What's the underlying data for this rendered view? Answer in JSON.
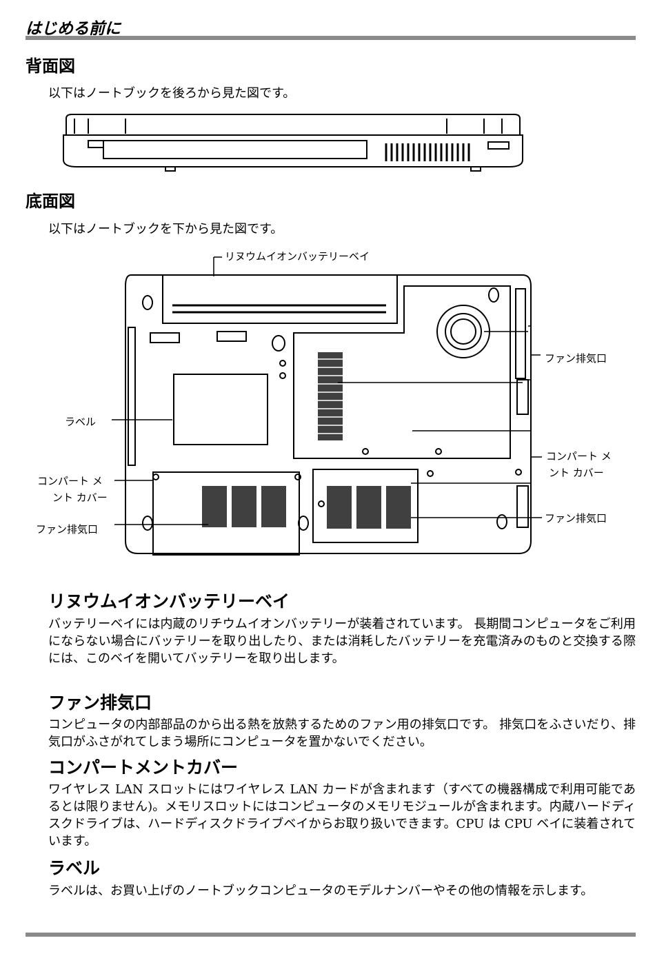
{
  "header": {
    "title": "はじめる前に"
  },
  "rear": {
    "heading": "背面図",
    "intro": "以下はノートブックを後ろから見た図です。"
  },
  "bottom": {
    "heading": "底面図",
    "intro": "以下はノートブックを下から見た図です。",
    "callouts": {
      "battery_bay": "リヌウムイオンバッテリーベイ",
      "fan_vent_upper": "ファン排気口",
      "label": "ラベル",
      "cover_right_1": "コンパート メ",
      "cover_right_2": "ント カバー",
      "cover_left_1": "コンパート メ",
      "cover_left_2": "ント カバー",
      "fan_vent_left": "ファン排気口",
      "fan_vent_lower": "ファン排気口"
    }
  },
  "sections": [
    {
      "title": "リヌウムイオンバッテリーベイ",
      "body": "バッテリーベイには内蔵のリチウムイオンバッテリーが装着されています。 長期間コンピュータをご利用にならない場合にバッテリーを取り出したり、または消耗したバッテリーを充電済みのものと交換する際には、このベイを開いてバッテリーを取り出します。"
    },
    {
      "title": "ファン排気口",
      "body": "コンピュータの内部部品のから出る熱を放熱するためのファン用の排気口です。 排気口をふさいだり、排気口がふさがれてしまう場所にコンピュータを置かないでください。"
    },
    {
      "title": "コンパートメントカバー",
      "body": "ワイヤレス LAN スロットにはワイヤレス LAN カードが含まれます（すべての機器構成で利用可能であるとは限りません)。メモリスロットにはコンピュータのメモリモジュールが含まれます。内蔵ハードディスクドライブは、ハードディスクドライブベイからお取り扱いできます。CPU は CPU ベイに装着されています。"
    },
    {
      "title": "ラベル",
      "body": "ラベルは、お買い上げのノートブックコンピュータのモデルナンバーやその他の情報を示します。"
    }
  ]
}
